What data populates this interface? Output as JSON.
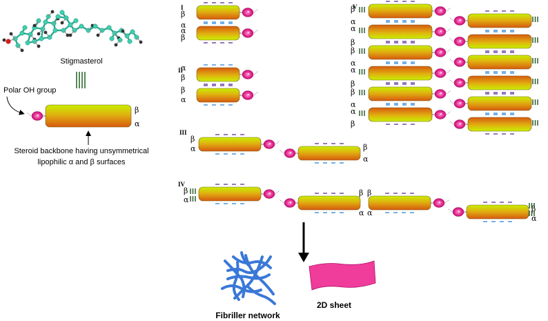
{
  "molecule": {
    "name": "Stigmasterol"
  },
  "annotations": {
    "polar_group": "Polar OH group",
    "backbone_line1": "Steroid backbone having unsymmetrical",
    "backbone_line2": "lipophilic α and β surfaces"
  },
  "faces": {
    "alpha": "α",
    "beta": "β"
  },
  "panels": {
    "I": "I",
    "II": "II",
    "III": "III",
    "IV": "IV",
    "V": "V"
  },
  "products": {
    "fibrillar": "Fibriller network",
    "sheet": "2D sheet"
  },
  "colors": {
    "rod_top": "#c8f000",
    "rod_bottom": "#d65a10",
    "head": "#e0208a",
    "beta_mark": "#6a3d9a",
    "alpha_mark": "#3a8ed8",
    "fiber": "#3a78d8",
    "sheet": "#f03c9a",
    "molecule_atom": "#3dd1b0"
  },
  "icons": {
    "equivalence": "equivalence-icon",
    "arrow": "arrow-down-icon"
  }
}
